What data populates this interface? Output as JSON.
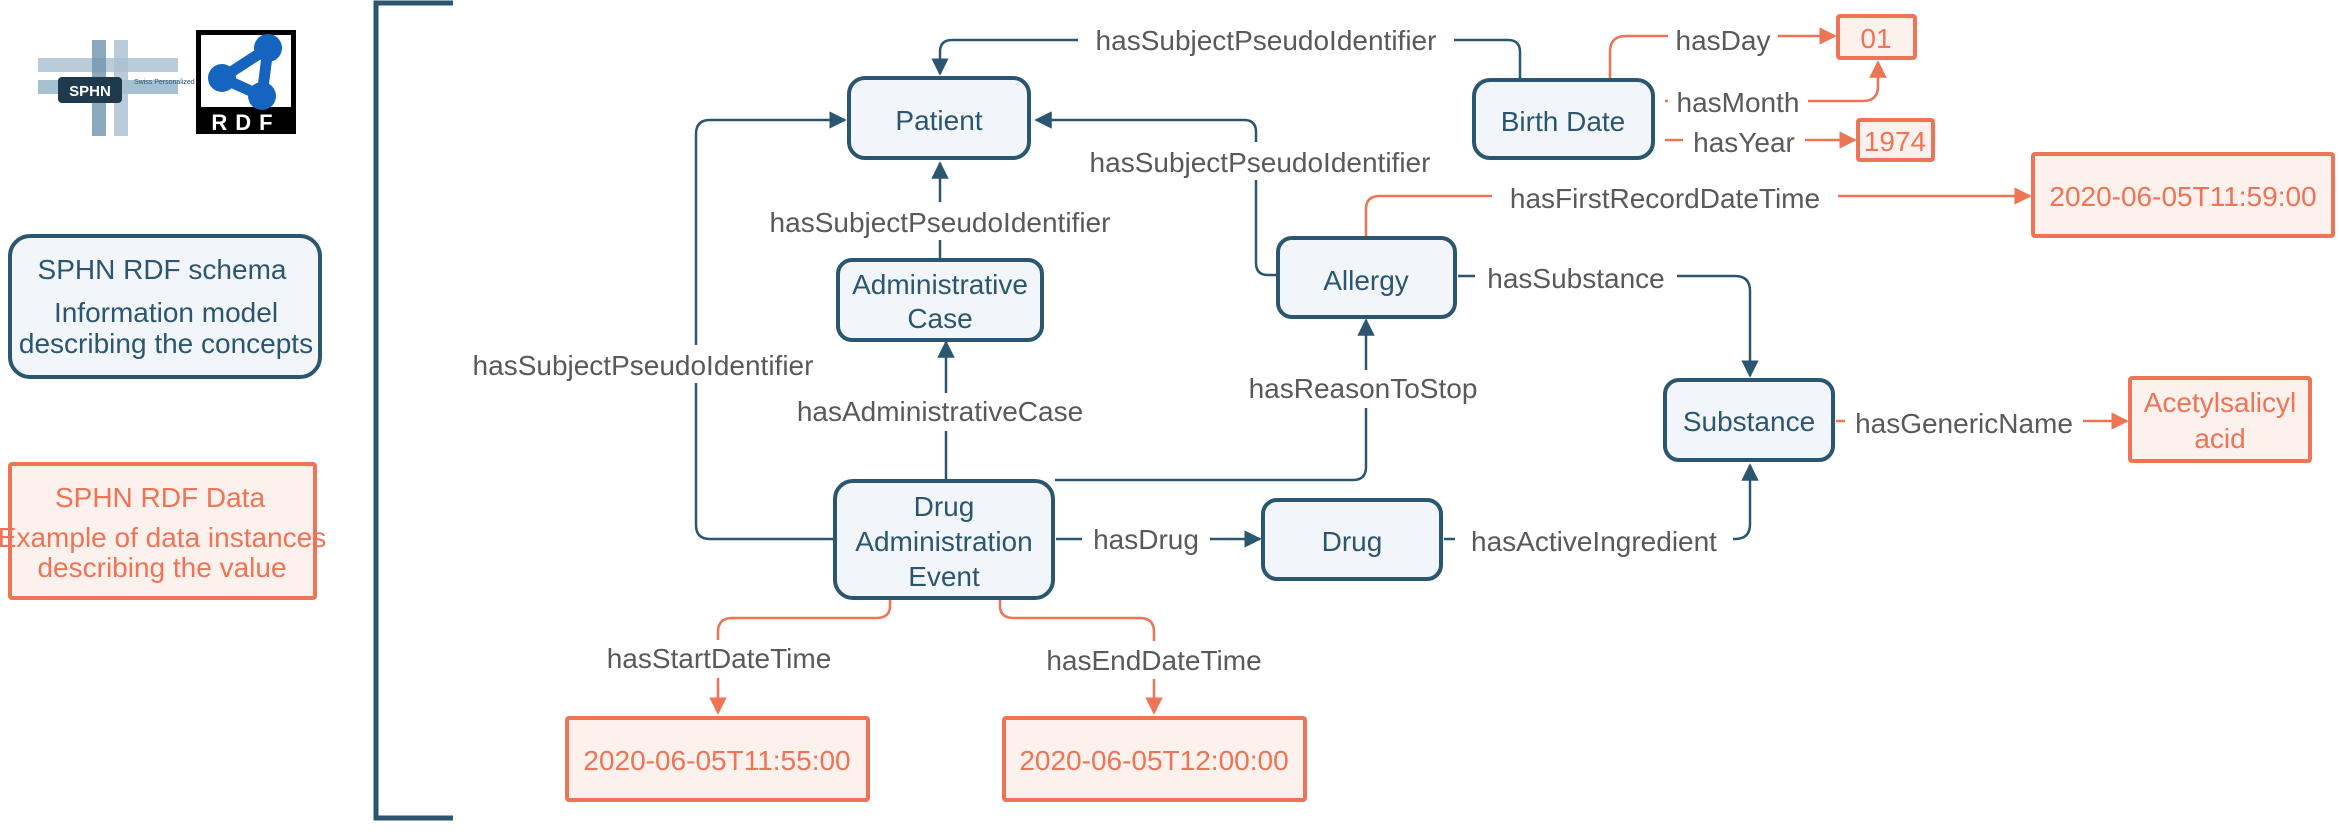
{
  "logos": {
    "sphn": {
      "label": "SPHN",
      "tagline": "Swiss Personalized Health Network"
    },
    "rdf": {
      "label": "RDF"
    }
  },
  "legend": {
    "schema": {
      "title": "SPHN RDF schema",
      "line1": "Information model",
      "line2": "describing the concepts"
    },
    "data": {
      "title": "SPHN RDF Data",
      "line1": "Example of data instances",
      "line2": "describing the value"
    }
  },
  "nodes": {
    "patient": {
      "label": "Patient"
    },
    "birth_date": {
      "label": "Birth Date"
    },
    "administrative_case": {
      "line1": "Administrative",
      "line2": "Case"
    },
    "allergy": {
      "label": "Allergy"
    },
    "substance": {
      "label": "Substance"
    },
    "drug_administration_event": {
      "line1": "Drug",
      "line2": "Administration",
      "line3": "Event"
    },
    "drug": {
      "label": "Drug"
    }
  },
  "values": {
    "day": "01",
    "year": "1974",
    "first_record": "2020-06-05T11:59:00",
    "generic_name_line1": "Acetylsalicyl",
    "generic_name_line2": "acid",
    "start": "2020-06-05T11:55:00",
    "end": "2020-06-05T12:00:00"
  },
  "edges": {
    "birthdate_subject": "hasSubjectPseudoIdentifier",
    "has_day": "hasDay",
    "has_month": "hasMonth",
    "has_year": "hasYear",
    "allergy_subject": "hasSubjectPseudoIdentifier",
    "has_first_record": "hasFirstRecordDateTime",
    "admin_subject": "hasSubjectPseudoIdentifier",
    "has_substance": "hasSubstance",
    "dae_subject": "hasSubjectPseudoIdentifier",
    "has_reason_to_stop": "hasReasonToStop",
    "has_administrative_case": "hasAdministrativeCase",
    "has_generic_name": "hasGenericName",
    "has_drug": "hasDrug",
    "has_active_ingredient": "hasActiveIngredient",
    "has_start": "hasStartDateTime",
    "has_end": "hasEndDateTime"
  },
  "colors": {
    "schema": "#2b5670",
    "data": "#ee7455",
    "edge_label": "#595959",
    "schema_fill": "#f2f6fa",
    "data_fill": "#fdf1ed"
  }
}
